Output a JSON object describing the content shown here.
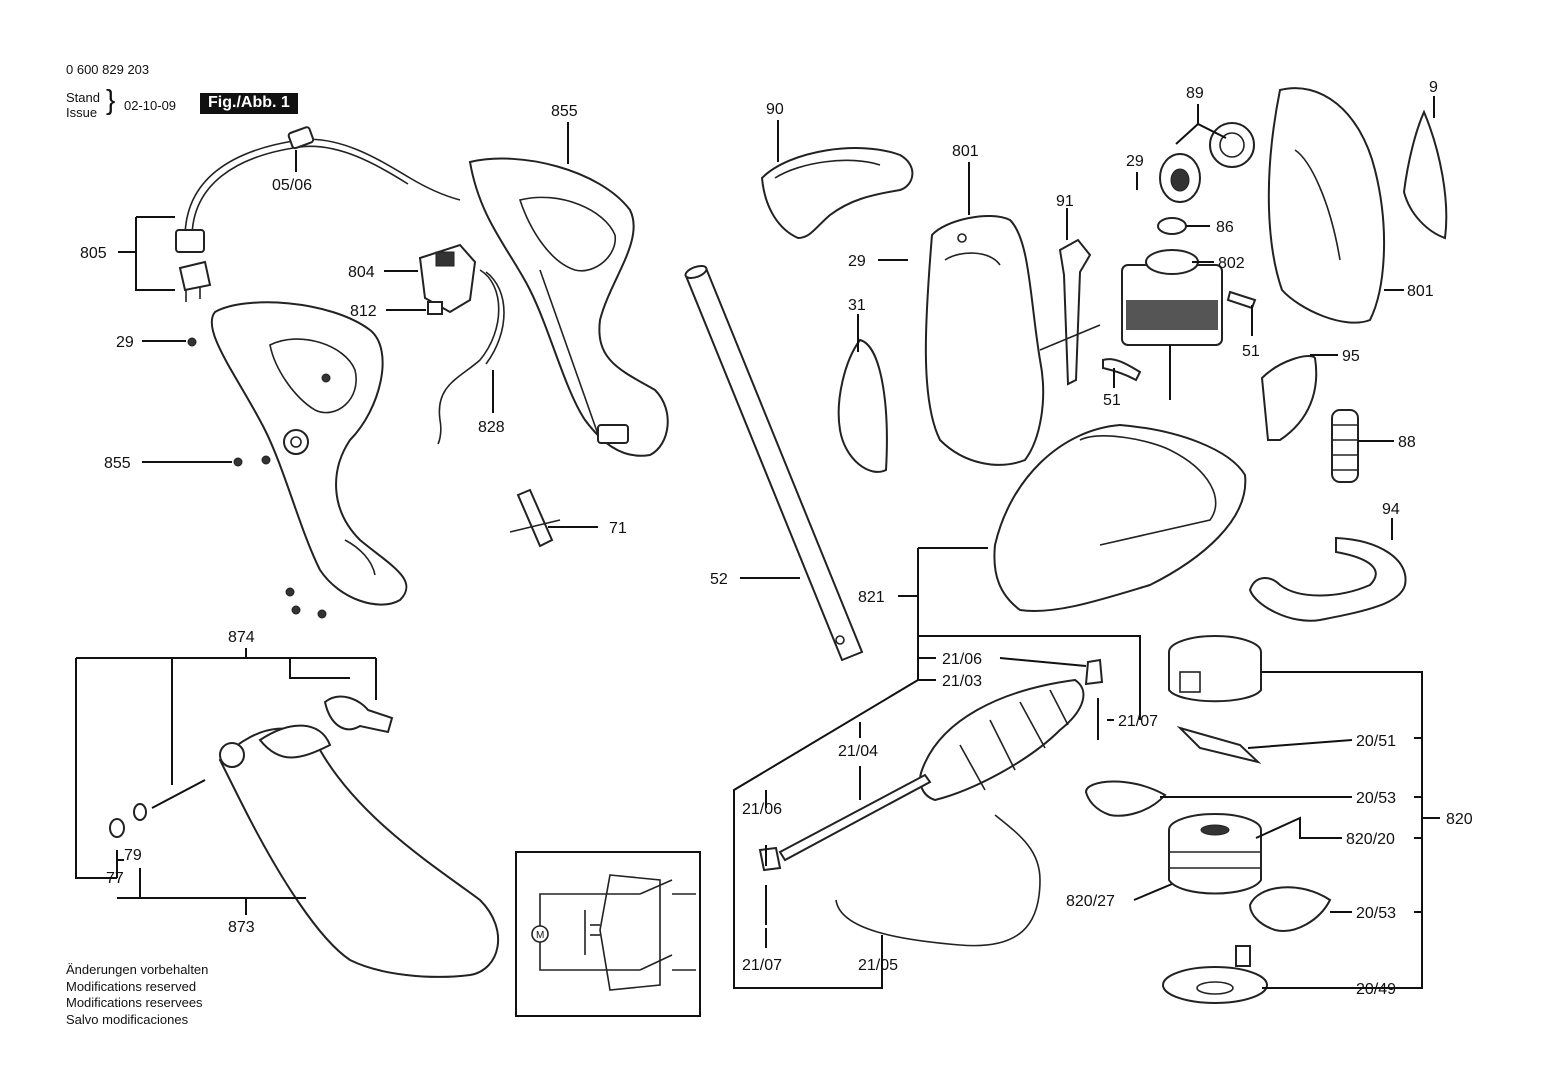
{
  "header": {
    "doc_number": "0 600 829 203",
    "stand": "Stand",
    "issue": "Issue",
    "date": "02-10-09",
    "figure": "Fig./Abb. 1"
  },
  "disclaimers": [
    "Änderungen vorbehalten",
    "Modifications reserved",
    "Modifications reservees",
    "Salvo modificaciones"
  ],
  "labels": {
    "p_05_06": "05/06",
    "p_805": "805",
    "p_804": "804",
    "p_812": "812",
    "p_29a": "29",
    "p_855a": "855",
    "p_855b": "855",
    "p_828": "828",
    "p_71": "71",
    "p_874": "874",
    "p_79": "79",
    "p_77": "77",
    "p_873": "873",
    "p_90": "90",
    "p_52": "52",
    "p_801a": "801",
    "p_29b": "29",
    "p_31": "31",
    "p_91": "91",
    "p_51a": "51",
    "p_89": "89",
    "p_29c": "29",
    "p_86": "86",
    "p_802": "802",
    "p_51b": "51",
    "p_9": "9",
    "p_801b": "801",
    "p_95": "95",
    "p_88": "88",
    "p_94": "94",
    "p_821": "821",
    "p_21_06a": "21/06",
    "p_21_03": "21/03",
    "p_21_07a": "21/07",
    "p_21_04": "21/04",
    "p_21_06b": "21/06",
    "p_21_07b": "21/07",
    "p_21_05": "21/05",
    "p_20_51": "20/51",
    "p_20_53a": "20/53",
    "p_820_20": "820/20",
    "p_820": "820",
    "p_820_27": "820/27",
    "p_20_53b": "20/53",
    "p_20_49": "20/49"
  },
  "schematic": {
    "motor_symbol": "M"
  }
}
